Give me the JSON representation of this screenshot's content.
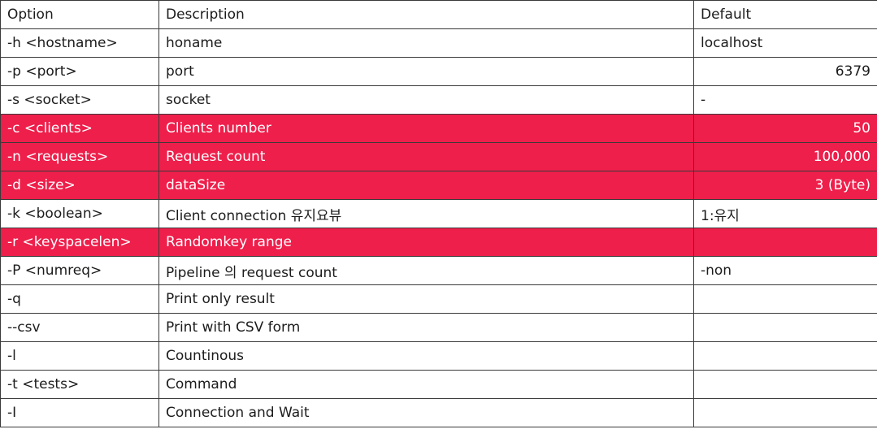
{
  "table": {
    "headers": [
      "Option",
      "Description",
      "Default"
    ],
    "highlight_color": "#ee1f4b",
    "rows": [
      {
        "option": "-h <hostname>",
        "description": "honame",
        "default": "localhost",
        "highlight": false,
        "default_align": "left"
      },
      {
        "option": "-p <port>",
        "description": "port",
        "default": "6379",
        "highlight": false,
        "default_align": "right"
      },
      {
        "option": "-s <socket>",
        "description": "socket",
        "default": "-",
        "highlight": false,
        "default_align": "left"
      },
      {
        "option": "-c <clients>",
        "description": "Clients number",
        "default": "50",
        "highlight": true,
        "default_align": "right"
      },
      {
        "option": "-n <requests>",
        "description": "Request count",
        "default": "100,000",
        "highlight": true,
        "default_align": "right"
      },
      {
        "option": "-d <size>",
        "description": "dataSize",
        "default": "3 (Byte)",
        "highlight": true,
        "default_align": "right"
      },
      {
        "option": "-k <boolean>",
        "description": "Client connection 유지요뷰",
        "default": "1:유지",
        "highlight": false,
        "default_align": "left"
      },
      {
        "option": "-r <keyspacelen>",
        "description": "Randomkey range",
        "default": "",
        "highlight": true,
        "default_align": "left"
      },
      {
        "option": "-P <numreq>",
        "description": "Pipeline 의 request count",
        "default": "-non",
        "highlight": false,
        "default_align": "left"
      },
      {
        "option": "-q",
        "description": "Print only result",
        "default": "",
        "highlight": false,
        "default_align": "left"
      },
      {
        "option": "--csv",
        "description": "Print with CSV form",
        "default": "",
        "highlight": false,
        "default_align": "left"
      },
      {
        "option": "-l",
        "description": "Countinous",
        "default": "",
        "highlight": false,
        "default_align": "left"
      },
      {
        "option": "-t <tests>",
        "description": "Command",
        "default": "",
        "highlight": false,
        "default_align": "left"
      },
      {
        "option": "-I",
        "description": "Connection and Wait",
        "default": "",
        "highlight": false,
        "default_align": "left"
      }
    ]
  }
}
